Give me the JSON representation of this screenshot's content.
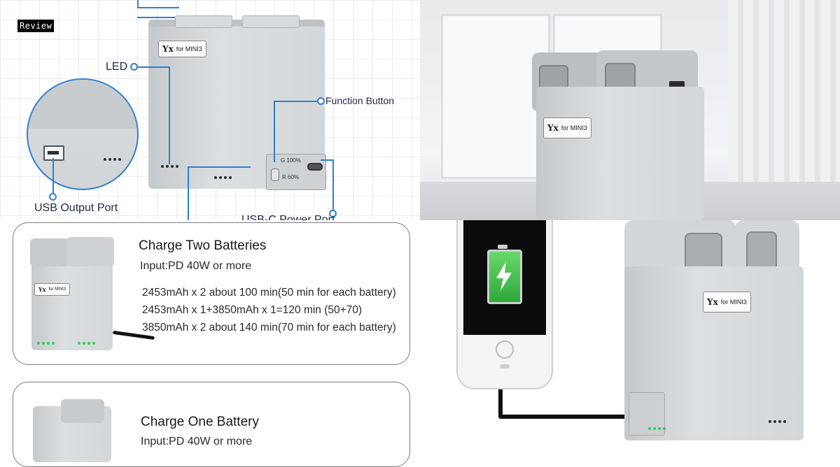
{
  "badge": {
    "text": "Review"
  },
  "diagram": {
    "led_label": "LED",
    "function_button_label": "Function Button",
    "usb_output_label": "USB Output Port",
    "usb_c_label": "USB-C Power Port",
    "charger_brand": "Yx",
    "charger_model": "for MINI3",
    "indicator_text_1": "G 100%",
    "indicator_text_2": "R 60%"
  },
  "card_two": {
    "title": "Charge Two Batteries",
    "input": "Input:PD 40W or more",
    "lines": [
      "2453mAh x 2 about 100 min(50 min for each battery)",
      "2453mAh x 1+3850mAh x 1=120 min (50+70)",
      "3850mAh x 2 about 140 min(70 min for each battery)"
    ]
  },
  "card_one": {
    "title": "Charge One Battery",
    "input": "Input:PD 40W or more"
  },
  "photo_room": {
    "charger_brand": "Yx",
    "charger_model": "for MINI3"
  },
  "photo_phone": {
    "charger_brand": "Yx",
    "charger_model": "for MINI3"
  },
  "colors": {
    "accent_line": "#2f7fd1",
    "led_green": "#2fcf5a",
    "battery_green": "#2fa83c"
  }
}
